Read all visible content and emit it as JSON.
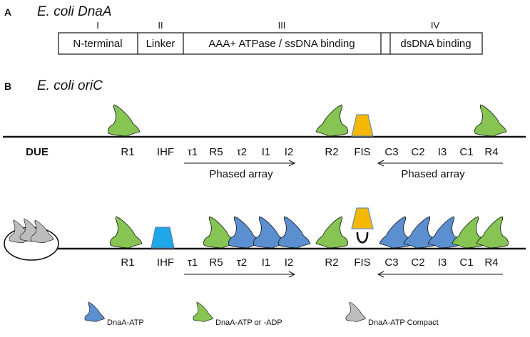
{
  "panel_a": {
    "letter": "A",
    "title": "E. coli DnaA",
    "domains": [
      {
        "numeral": "I",
        "label": "N-terminal"
      },
      {
        "numeral": "II",
        "label": "Linker"
      },
      {
        "numeral": "III",
        "label": "AAA+ ATPase / ssDNA binding"
      },
      {
        "numeral": "IV",
        "label": "dsDNA binding"
      }
    ]
  },
  "panel_b": {
    "letter": "B",
    "title": "E. coli oriC",
    "due_label": "DUE",
    "sites_top": [
      "R1",
      "IHF",
      "τ1",
      "R5",
      "τ2",
      "I1",
      "I2",
      "R2",
      "FIS",
      "C3",
      "C2",
      "I3",
      "C1",
      "R4"
    ],
    "sites_bottom": [
      "R1",
      "IHF",
      "τ1",
      "R5",
      "τ2",
      "I1",
      "I2",
      "R2",
      "FIS",
      "C3",
      "C2",
      "I3",
      "C1",
      "R4"
    ],
    "phased_array_left": "Phased array",
    "phased_array_right": "Phased array"
  },
  "legend": [
    {
      "label": "DnaA-ATP",
      "color": "#5b8fd0"
    },
    {
      "label": "DnaA-ATP or -ADP",
      "color": "#86c553"
    },
    {
      "label": "DnaA-ATP Compact",
      "color": "#bdbdbd"
    }
  ],
  "colors": {
    "dnaa_atp": "#5b8fd0",
    "dnaa_atp_adp": "#86c553",
    "dnaa_compact": "#bdbdbd",
    "ihf": "#1ea7e9",
    "fis": "#f5b800"
  }
}
